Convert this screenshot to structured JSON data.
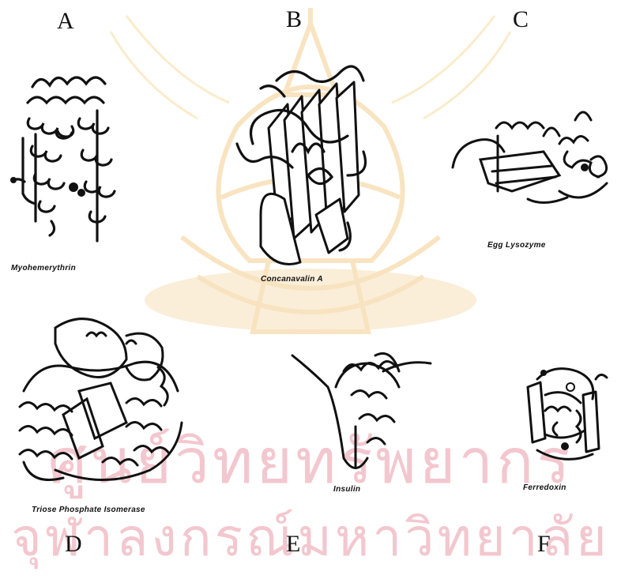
{
  "figure": {
    "panels": [
      {
        "id": "A",
        "letter": "A",
        "caption": "Myohemerythrin"
      },
      {
        "id": "B",
        "letter": "B",
        "caption": "Concanavalin A"
      },
      {
        "id": "C",
        "letter": "C",
        "caption": "Egg Lysozyme"
      },
      {
        "id": "D",
        "letter": "D",
        "caption": "Triose Phosphate Isomerase"
      },
      {
        "id": "E",
        "letter": "E",
        "caption": "Insulin"
      },
      {
        "id": "F",
        "letter": "F",
        "caption": "Ferredoxin"
      }
    ]
  },
  "watermark": {
    "line1": "ศูนย์วิทยทรัพยากร",
    "line2": "จุฬาลงกรณ์มหาวิทยาลัย",
    "color": "#f3c7cf",
    "emblem": "crown-emblem-icon"
  }
}
